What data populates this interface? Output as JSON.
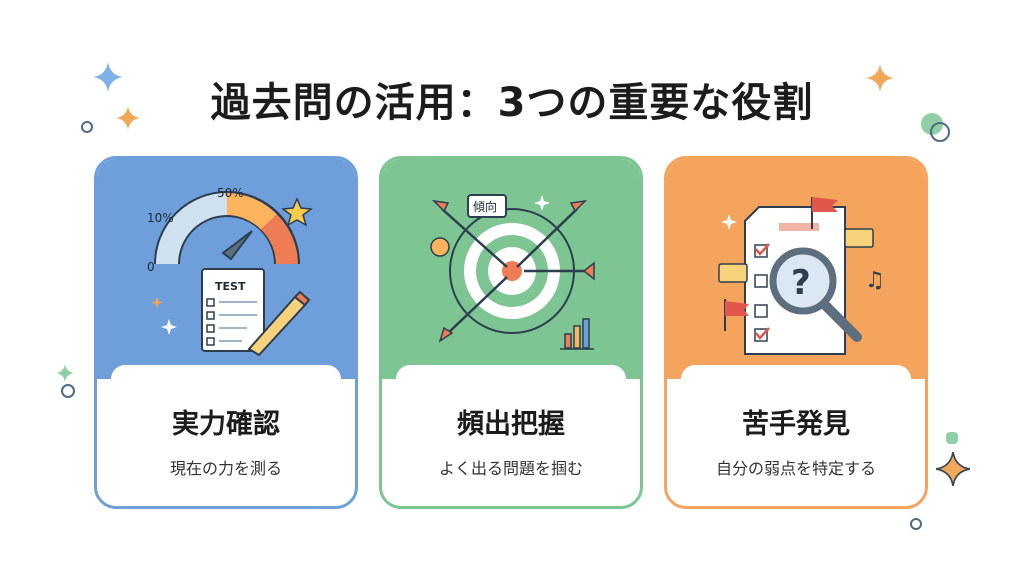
{
  "title": "過去問の活用：3つの重要な役割",
  "colors": {
    "blue": "#6e9fdb",
    "green": "#7dc592",
    "orange": "#f4a45c"
  },
  "cards": [
    {
      "title": "実力確認",
      "subtitle": "現在の力を測る",
      "gauge_labels": [
        "0",
        "10%",
        "50%"
      ],
      "doc_label": "TEST"
    },
    {
      "title": "頻出把握",
      "subtitle": "よく出る問題を掴む",
      "tag_label": "傾向"
    },
    {
      "title": "苦手発見",
      "subtitle": "自分の弱点を特定する"
    }
  ]
}
